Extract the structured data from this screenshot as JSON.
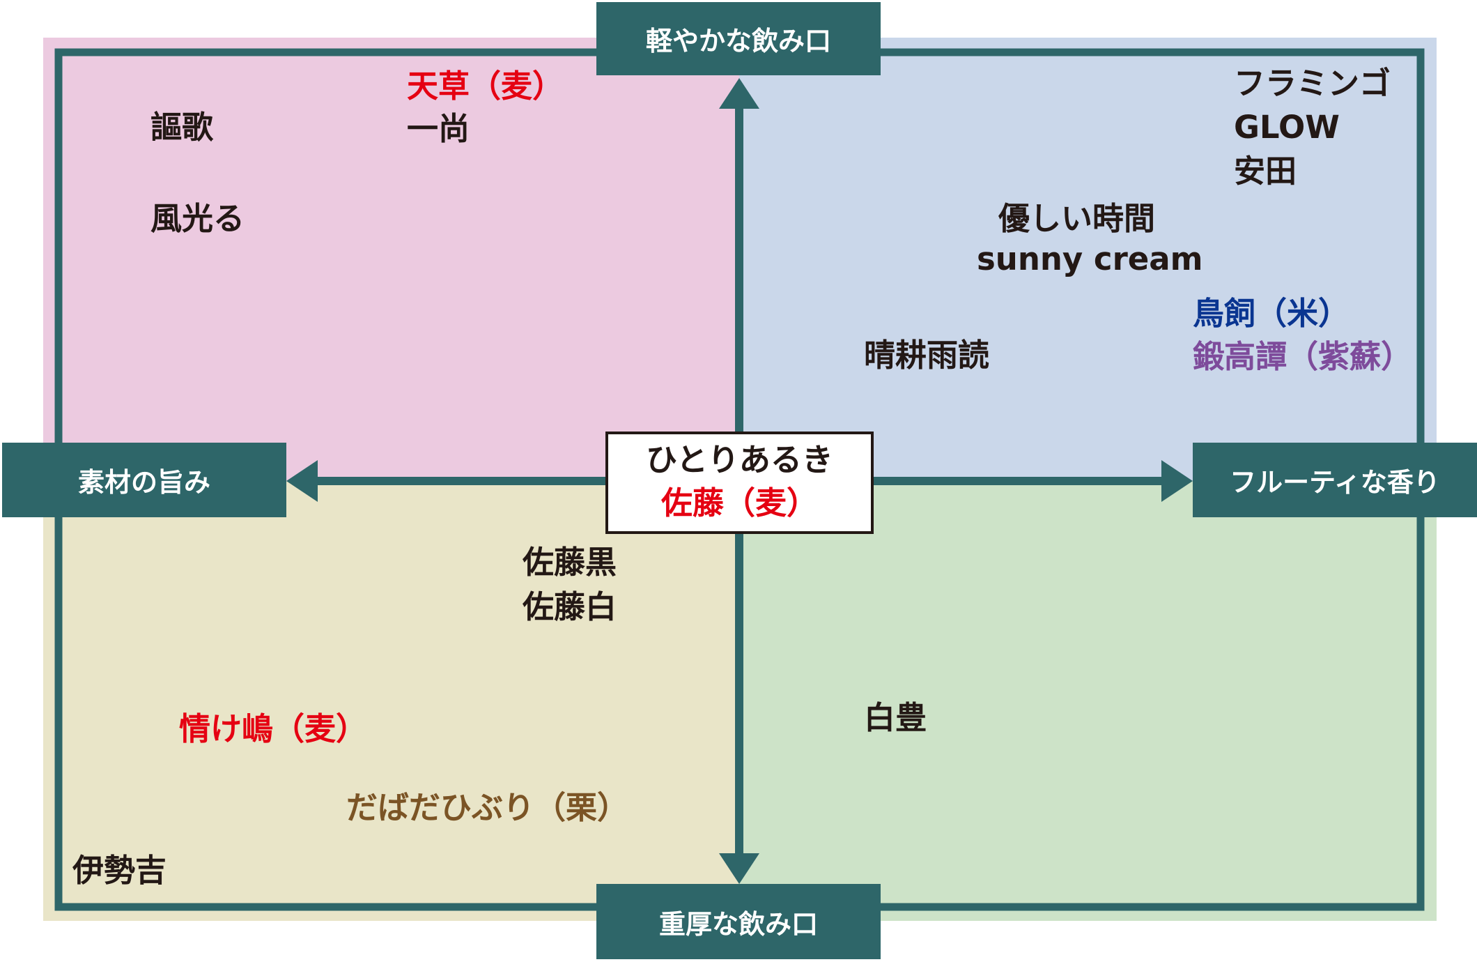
{
  "axes": {
    "top": "軽やかな飲み口",
    "bottom": "重厚な飲み口",
    "left": "素材の旨み",
    "right": "フルーティな香り"
  },
  "center": {
    "line1": "ひとりあるき",
    "line2": "佐藤（麦）"
  },
  "quadrants": {
    "top_left": [
      "天草（麦）",
      "一尚",
      "謳歌",
      "風光る"
    ],
    "top_right": [
      "フラミンゴ",
      "GLOW",
      "安田",
      "優しい時間",
      "sunny cream",
      "鳥飼（米）",
      "鍛高譚（紫蘇）",
      "晴耕雨読"
    ],
    "bottom_left": [
      "佐藤黒",
      "佐藤白",
      "情け嶋（麦）",
      "だばだひぶり（栗）",
      "伊勢吉"
    ],
    "bottom_right": [
      "白豊"
    ]
  },
  "colors": {
    "frame": "#2E6669",
    "top_left_bg": "#ECCAE0",
    "top_right_bg": "#CAD7EA",
    "bottom_left_bg": "#E9E5C8",
    "bottom_right_bg": "#CDE3C8",
    "barley_red": "#E50012",
    "rice_blue": "#0A3591",
    "shiso_purple": "#7E4B9B",
    "chestnut_brown": "#7B5425",
    "text_dark": "#231815"
  }
}
